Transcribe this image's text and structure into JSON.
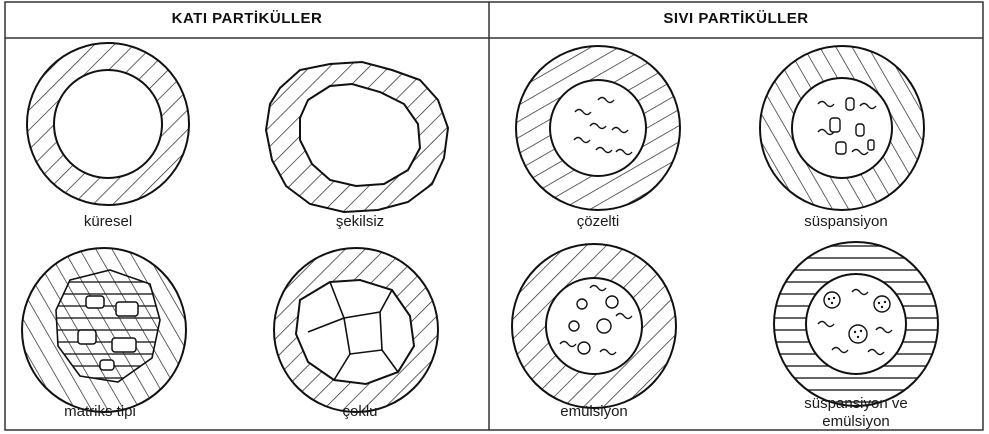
{
  "headers": {
    "solid": "KATI PARTİKÜLLER",
    "liquid": "SIVI PARTİKÜLLER"
  },
  "solid_particles": {
    "spherical": "küresel",
    "irregular": "şekilsiz",
    "matrix": "matriks tipi",
    "multiple": "çoklu"
  },
  "liquid_particles": {
    "solution": "çözelti",
    "suspension": "süspansiyon",
    "emulsion": "emülsiyon",
    "suspension_emulsion_line1": "süspansiyon ve",
    "suspension_emulsion_line2": "emülsiyon"
  }
}
